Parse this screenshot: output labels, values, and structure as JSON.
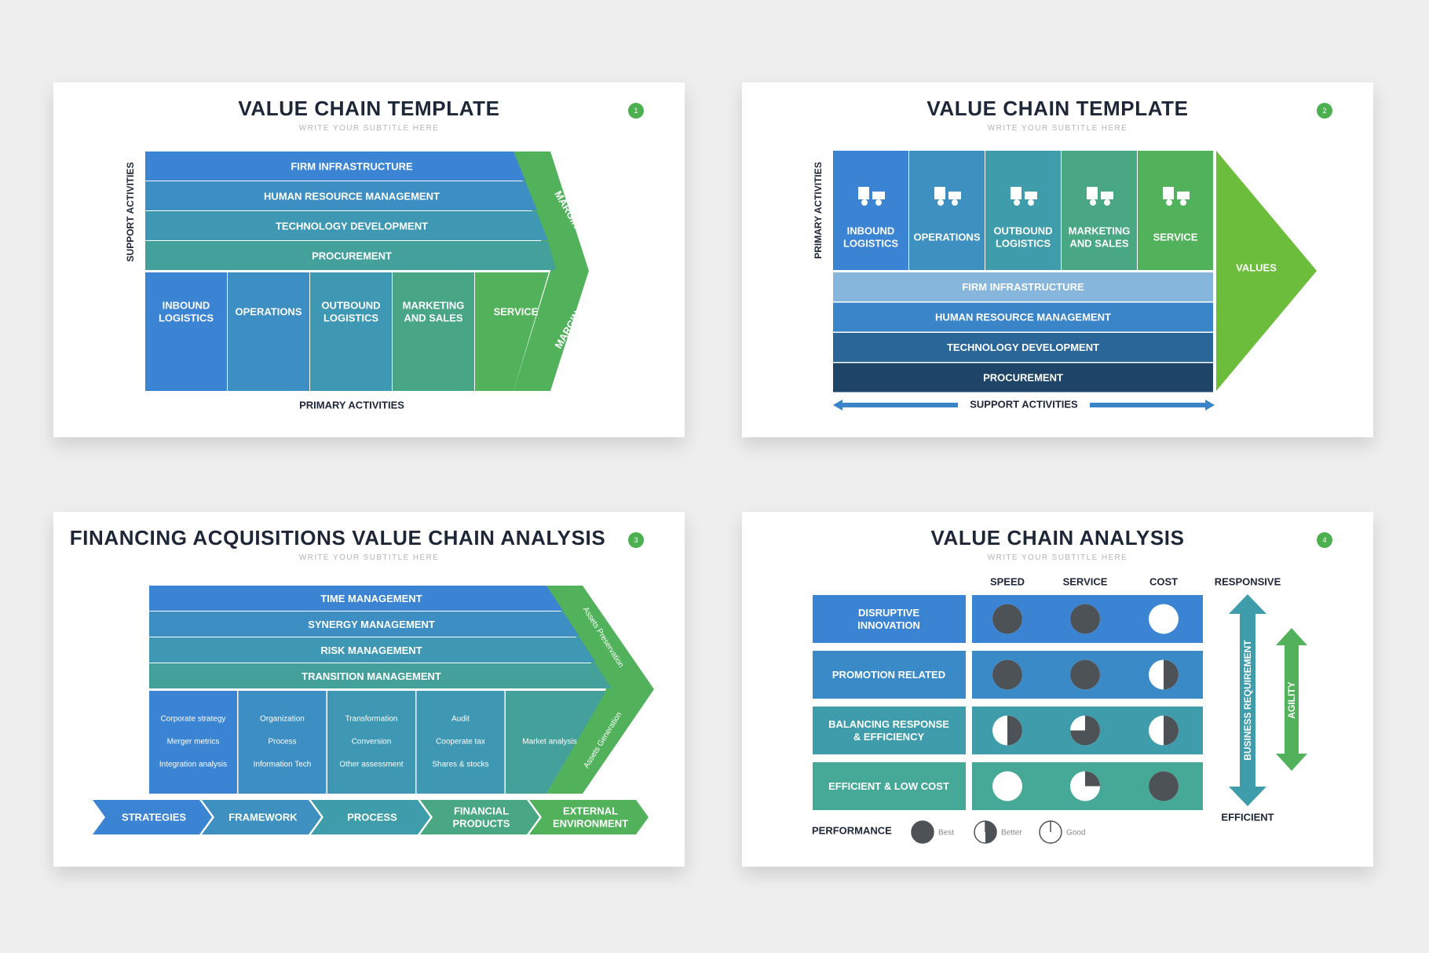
{
  "colors": {
    "blue": "#3a84d3",
    "teal": "#3f9cab",
    "green": "#52b25c",
    "lime": "#6cbd3b",
    "navy": "#1e4468",
    "dark_dot": "#4d5256"
  },
  "slide1": {
    "title": "VALUE CHAIN TEMPLATE",
    "subtitle": "WRITE YOUR SUBTITLE HERE",
    "number": "1",
    "support_label": "SUPPORT ACTIVITIES",
    "primary_label": "PRIMARY ACTIVITIES",
    "support_rows": [
      "FIRM INFRASTRUCTURE",
      "HUMAN RESOURCE MANAGEMENT",
      "TECHNOLOGY DEVELOPMENT",
      "PROCUREMENT"
    ],
    "primary_cols": [
      [
        "INBOUND",
        "LOGISTICS"
      ],
      [
        "OPERATIONS"
      ],
      [
        "OUTBOUND",
        "LOGISTICS"
      ],
      [
        "MARKETING",
        "AND SALES"
      ],
      [
        "SERVICE"
      ]
    ],
    "margin_label": "MARGIN"
  },
  "slide2": {
    "title": "VALUE CHAIN TEMPLATE",
    "subtitle": "WRITE YOUR SUBTITLE HERE",
    "number": "2",
    "primary_label": "PRIMARY ACTIVITIES",
    "support_label": "SUPPORT ACTIVITIES",
    "values_label": "VALUES",
    "primary_cols": [
      {
        "lines": [
          "INBOUND",
          "LOGISTICS"
        ],
        "icon": "forklift-icon"
      },
      {
        "lines": [
          "OPERATIONS"
        ],
        "icon": "conveyor-icon"
      },
      {
        "lines": [
          "OUTBOUND",
          "LOGISTICS"
        ],
        "icon": "delivery-van-icon"
      },
      {
        "lines": [
          "MARKETING",
          "AND SALES"
        ],
        "icon": "support-agent-icon"
      },
      {
        "lines": [
          "SERVICE"
        ],
        "icon": "handover-icon"
      }
    ],
    "support_rows": [
      "FIRM INFRASTRUCTURE",
      "HUMAN RESOURCE MANAGEMENT",
      "TECHNOLOGY DEVELOPMENT",
      "PROCUREMENT"
    ]
  },
  "slide3": {
    "title": "FINANCING ACQUISITIONS VALUE CHAIN ANALYSIS",
    "subtitle": "WRITE YOUR SUBTITLE HERE",
    "number": "3",
    "support_rows": [
      "TIME MANAGEMENT",
      "SYNERGY MANAGEMENT",
      "RISK MANAGEMENT",
      "TRANSITION MANAGEMENT"
    ],
    "cells": [
      [
        "Corporate strategy",
        "Merger metrics",
        "Integration analysis"
      ],
      [
        "Organization",
        "Process",
        "Information Tech"
      ],
      [
        "Transformation",
        "Conversion",
        "Other assessment"
      ],
      [
        "Audit",
        "Cooperate tax",
        "Shares & stocks"
      ],
      [
        "Market analysis"
      ]
    ],
    "arrow_top": "Assets Preservation",
    "arrow_bottom": "Assets Generation",
    "chevrons": [
      [
        "STRATEGIES"
      ],
      [
        "FRAMEWORK"
      ],
      [
        "PROCESS"
      ],
      [
        "FINANCIAL",
        "PRODUCTS"
      ],
      [
        "EXTERNAL",
        "ENVIRONMENT"
      ]
    ]
  },
  "slide4": {
    "title": "VALUE CHAIN ANALYSIS",
    "subtitle": "WRITE YOUR SUBTITLE HERE",
    "number": "4",
    "columns": [
      "SPEED",
      "SERVICE",
      "COST"
    ],
    "rows": [
      {
        "lines": [
          "DISRUPTIVE",
          "INNOVATION"
        ],
        "levels": [
          1,
          1,
          0
        ]
      },
      {
        "lines": [
          "PROMOTION RELATED"
        ],
        "levels": [
          1,
          1,
          0.5
        ]
      },
      {
        "lines": [
          "BALANCING RESPONSE",
          "& EFFICIENCY"
        ],
        "levels": [
          0.5,
          0.75,
          0.5
        ]
      },
      {
        "lines": [
          "EFFICIENT & LOW COST"
        ],
        "levels": [
          0,
          0.25,
          1
        ]
      }
    ],
    "responsive": "RESPONSIVE",
    "efficient": "EFFICIENT",
    "business_requirement": "BUSINESS REQUIREMENT",
    "agility": "AGILITY",
    "performance_label": "PERFORMANCE",
    "legend": [
      {
        "label": "Best",
        "level": 1
      },
      {
        "label": "Better",
        "level": 0.5
      },
      {
        "label": "Good",
        "level": 0
      }
    ]
  }
}
